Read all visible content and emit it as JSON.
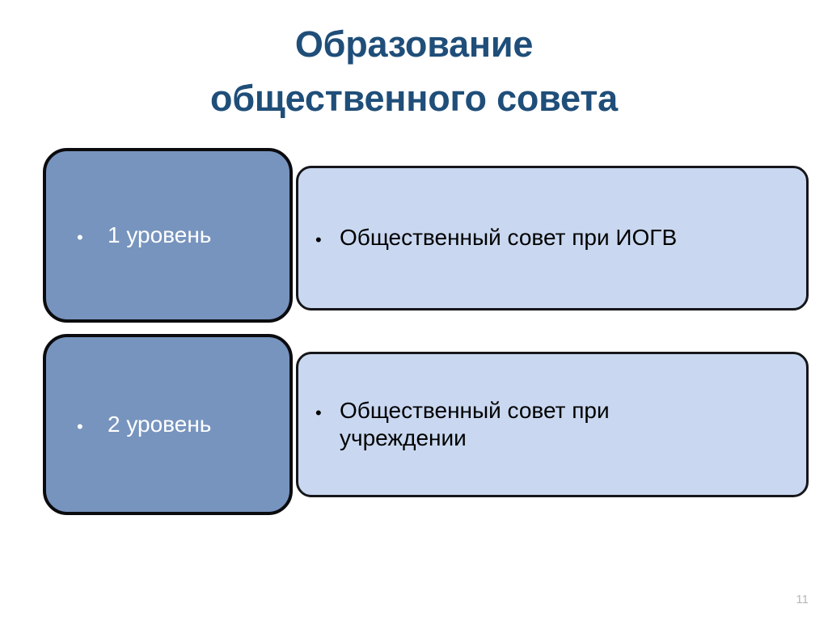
{
  "slide": {
    "title": "Образование\nобщественного совета",
    "title_color": "#1F4E79",
    "background_color": "#FFFFFF",
    "page_number": "11",
    "page_number_color": "#B7B7B7"
  },
  "diagram": {
    "type": "two-level-process",
    "left_fill": "#7794BE",
    "left_text_color": "#FFFFFF",
    "right_fill": "#C9D8F0",
    "right_text_color": "#000000",
    "border_color": "#111111",
    "bullet_glyph": "•",
    "rows": [
      {
        "level_label": "1 уровень",
        "description": "Общественный совет при ИОГВ"
      },
      {
        "level_label": "2 уровень",
        "description": "Общественный совет при учреждении"
      }
    ]
  }
}
